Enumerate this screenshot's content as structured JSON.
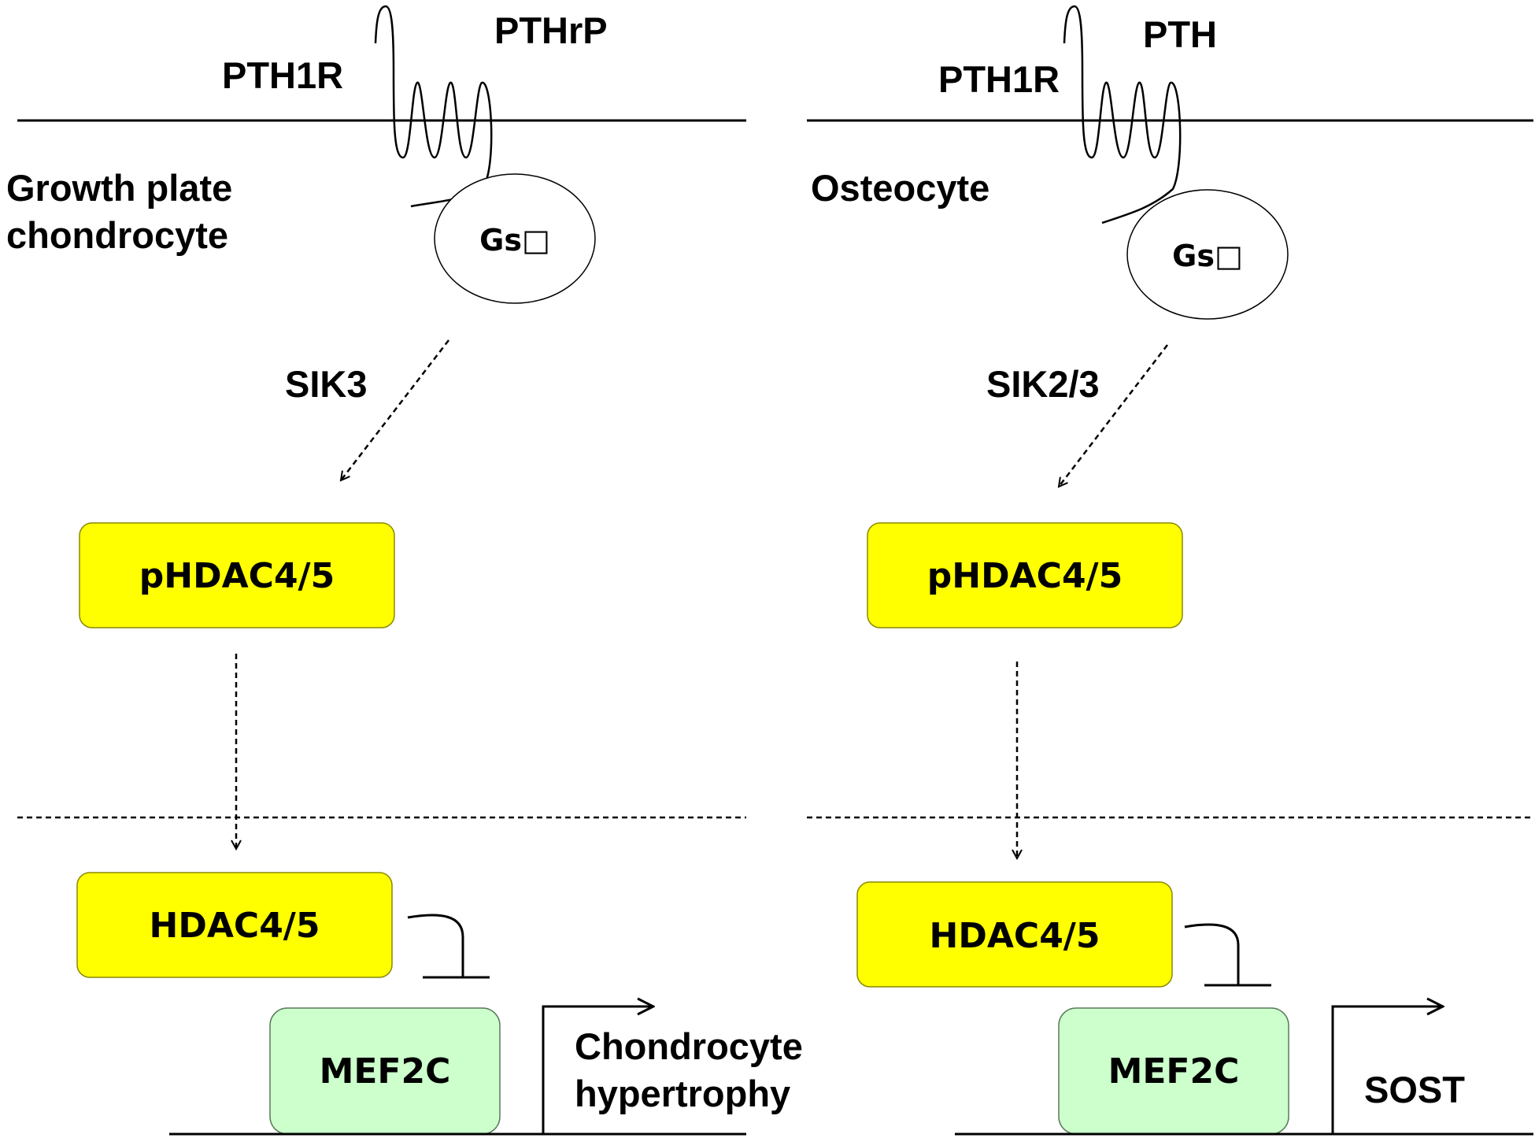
{
  "colors": {
    "hdac_fill": "#ffff00",
    "hdac_stroke": "#8a8a00",
    "mef2c_fill": "#ccffcc",
    "mef2c_stroke": "#5a7a5a",
    "line": "#000000"
  },
  "left_panel": {
    "cell_type": [
      "Growth plate",
      "chondrocyte"
    ],
    "receptor": "PTH1R",
    "ligand": "PTHrP",
    "g_protein": "Gs□",
    "kinase": "SIK3",
    "cytoplasmic_box": "pHDAC4/5",
    "nuclear_box": "HDAC4/5",
    "transcription_factor": "MEF2C",
    "target": [
      "Chondrocyte",
      "hypertrophy"
    ]
  },
  "right_panel": {
    "cell_type": [
      "Osteocyte"
    ],
    "receptor": "PTH1R",
    "ligand": "PTH",
    "g_protein": "Gs□",
    "kinase": "SIK2/3",
    "cytoplasmic_box": "pHDAC4/5",
    "nuclear_box": "HDAC4/5",
    "transcription_factor": "MEF2C",
    "target": [
      "SOST"
    ]
  }
}
